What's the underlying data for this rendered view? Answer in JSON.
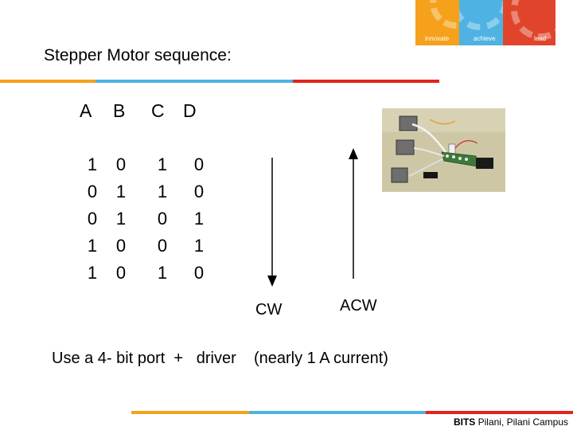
{
  "brand": {
    "words": [
      "innovate",
      "achieve",
      "lead"
    ],
    "colors": [
      "#f5a11b",
      "#4eb2e3",
      "#e0452b"
    ]
  },
  "slide": {
    "title": "Stepper Motor sequence:",
    "table": {
      "headers": [
        "A",
        "B",
        "C",
        "D"
      ],
      "rows": [
        [
          "1",
          "0",
          "1",
          "0"
        ],
        [
          "0",
          "1",
          "1",
          "0"
        ],
        [
          "0",
          "1",
          "0",
          "1"
        ],
        [
          "1",
          "0",
          "0",
          "1"
        ],
        [
          "1",
          "0",
          "1",
          "0"
        ]
      ]
    },
    "cw_label": "CW",
    "acw_label": "ACW",
    "note": "Use a 4- bit port  +   driver    (nearly 1 A current)"
  },
  "footer": {
    "org_bold": "BITS",
    "org_rest": " Pilani, Pilani Campus"
  },
  "accent_colors": {
    "orange": "#f5a11b",
    "blue": "#4eb2e3",
    "red": "#e0241b"
  }
}
